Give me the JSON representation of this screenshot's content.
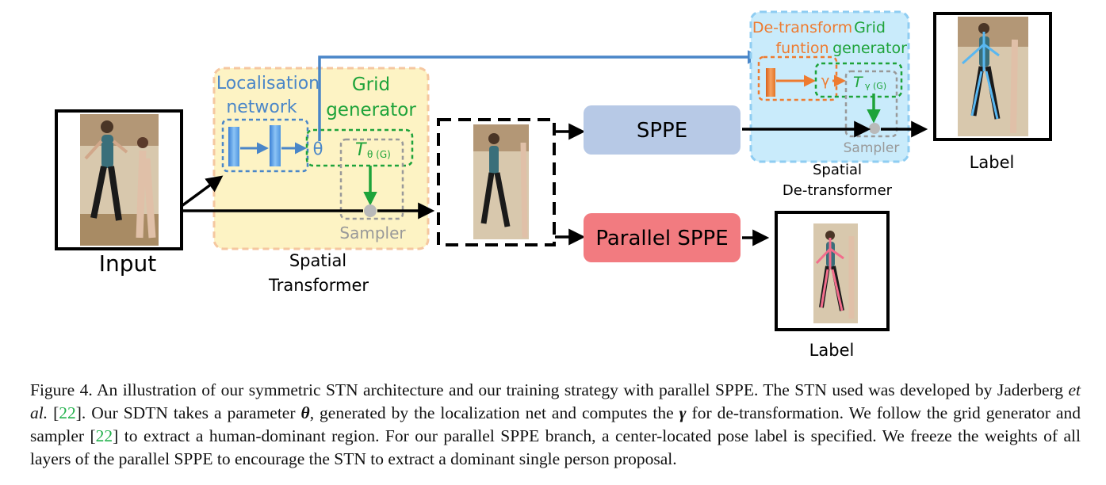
{
  "diagram": {
    "input_label": "Input",
    "localisation": [
      "Localisation",
      "network"
    ],
    "grid_generator": [
      "Grid",
      "generator"
    ],
    "theta": "θ",
    "t_theta_main": "T",
    "t_theta_sub": "θ (G)",
    "sampler": "Sampler",
    "spatial_transformer": [
      "Spatial",
      "Transformer"
    ],
    "sppe": "SPPE",
    "parallel_sppe": "Parallel SPPE",
    "detransform_func": [
      "De-transform",
      "funtion"
    ],
    "detransform_grid": [
      "Grid",
      "generator"
    ],
    "gamma": "γ",
    "t_gamma_main": "T",
    "t_gamma_sub": "γ (G)",
    "sampler2": "Sampler",
    "spatial_detransformer": [
      "Spatial",
      "De-transformer"
    ],
    "label_top": "Label",
    "label_bottom": "Label",
    "colors": {
      "stn_fill": "#fdf3c4",
      "stn_border": "#f5c7a0",
      "sdtn_fill": "#c9ebfb",
      "sdtn_border": "#8fcdf2",
      "blue": "#4a86c8",
      "green": "#1ea33a",
      "orange": "#ee7b30",
      "sppe_fill": "#b7c9e6",
      "parallel_fill": "#f27b80"
    }
  },
  "caption": {
    "p1": "Figure 4. An illustration of our symmetric STN architecture and our training strategy with parallel SPPE. The STN used was developed by Jaderberg ",
    "etal": "et al.",
    "p2": " [",
    "ref1": "22",
    "p3": "]. Our SDTN takes a parameter ",
    "theta": "θ",
    "p4": ", generated by the localization net and computes the ",
    "gamma": "γ",
    "p5": " for de-transformation. We follow the grid generator and sampler [",
    "ref2": "22",
    "p6": "] to extract a human-dominant region. For our parallel SPPE branch, a center-located pose label is specified. We freeze the weights of all layers of the parallel SPPE to encourage the STN to extract a dominant single person proposal."
  }
}
